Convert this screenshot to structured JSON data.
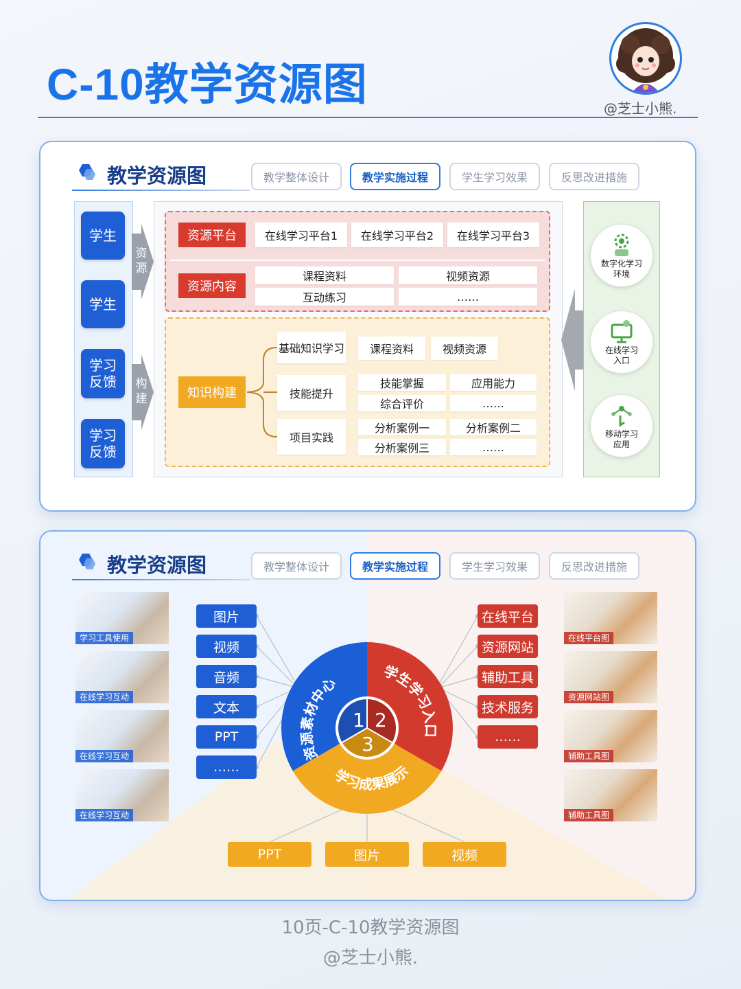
{
  "page_title": "C-10教学资源图",
  "author": "@芝士小熊.",
  "panel1": {
    "header": "教学资源图",
    "tabs": [
      "教学整体设计",
      "教学实施过程",
      "学生学习效果",
      "反思改进措施"
    ],
    "active_tab": 1,
    "left_col": {
      "items": [
        "学生",
        "学生",
        "学习\n反馈",
        "学习\n反馈"
      ],
      "arrow_top": "资\n源",
      "arrow_bottom": "构\n建"
    },
    "resource": {
      "platform_label": "资源平台",
      "platforms": [
        "在线学习平台1",
        "在线学习平台2",
        "在线学习平台3"
      ],
      "content_label": "资源内容",
      "contents": [
        "课程资料",
        "视频资源",
        "互动练习",
        "……"
      ]
    },
    "knowledge": {
      "label": "知识构建",
      "branches": [
        {
          "name": "基础知识学习",
          "items": [
            "课程资料",
            "视频资源"
          ]
        },
        {
          "name": "技能提升",
          "items": [
            "技能掌握",
            "应用能力",
            "综合评价",
            "……"
          ]
        },
        {
          "name": "项目实践",
          "items": [
            "分析案例一",
            "分析案例二",
            "分析案例三",
            "……"
          ]
        }
      ]
    },
    "right_col": [
      "数字化学习\n环境",
      "在线学习\n入口",
      "移动学习\n应用"
    ]
  },
  "panel2": {
    "header": "教学资源图",
    "tabs": [
      "教学整体设计",
      "教学实施过程",
      "学生学习效果",
      "反思改进措施"
    ],
    "active_tab": 1,
    "left_photos": [
      "学习工具使用",
      "在线学习互动",
      "在线学习互动",
      "在线学习互动"
    ],
    "left_pills": [
      "图片",
      "视频",
      "音频",
      "文本",
      "PPT",
      "……"
    ],
    "right_pills": [
      "在线平台",
      "资源网站",
      "辅助工具",
      "技术服务",
      "……"
    ],
    "right_photos": [
      "在线平台图",
      "资源网站图",
      "辅助工具图",
      "辅助工具图"
    ],
    "wheel": {
      "sectors": [
        "资源素材中心",
        "学生学习入口",
        "学习成果展示"
      ],
      "numbers": [
        "1",
        "2",
        "3"
      ]
    },
    "bottom_pills": [
      "PPT",
      "图片",
      "视频"
    ]
  },
  "footer": {
    "line1": "10页-C-10教学资源图",
    "line2": "@芝士小熊."
  },
  "colors": {
    "blue": "#1f5fd6",
    "red": "#d83a2e",
    "yellow": "#f2a922",
    "green": "#9fce96"
  }
}
